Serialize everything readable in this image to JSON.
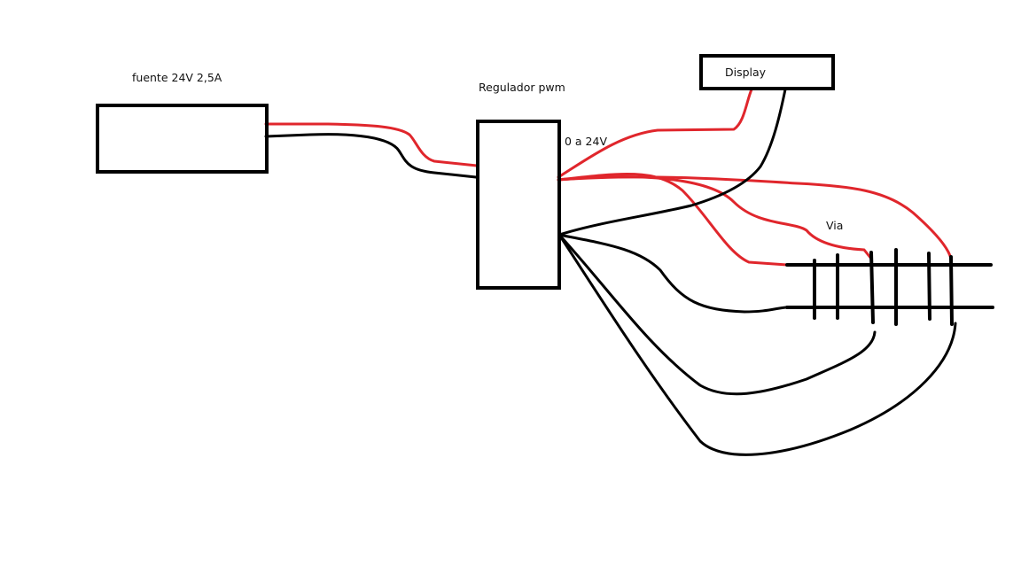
{
  "labels": {
    "fuente": "fuente 24V 2,5A",
    "regulador": "Regulador pwm",
    "salida": "0 a 24V",
    "display": "Display",
    "via": "Via"
  },
  "colors": {
    "positive_wire": "#e0262c",
    "negative_wire": "#000000",
    "outline": "#000000"
  }
}
